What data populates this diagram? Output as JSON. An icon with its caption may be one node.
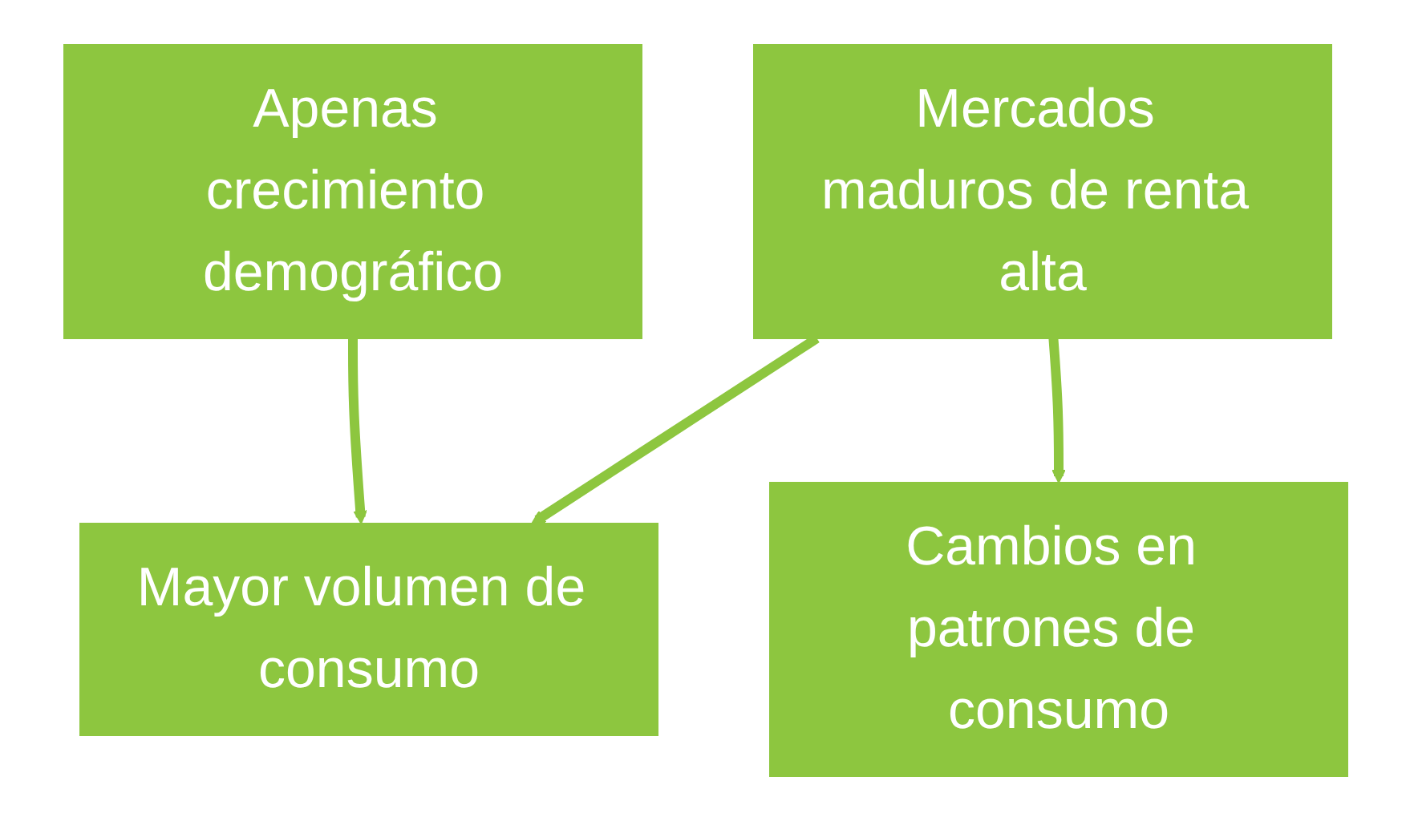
{
  "diagram": {
    "nodes": [
      {
        "text": [
          "Apenas crecimiento demográfico"
        ]
      },
      {
        "text": [
          "Mercados maduros de renta alta"
        ]
      },
      {
        "text": [
          "Mayor volumen de consumo"
        ]
      },
      {
        "text": [
          "Cambios en patrones de consumo"
        ]
      }
    ],
    "edges": [
      {
        "from": 0,
        "to": 2,
        "arrow": "to"
      },
      {
        "from": 1,
        "to": 2,
        "arrow": "to"
      },
      {
        "from": 1,
        "to": 3,
        "arrow": "to"
      }
    ]
  }
}
